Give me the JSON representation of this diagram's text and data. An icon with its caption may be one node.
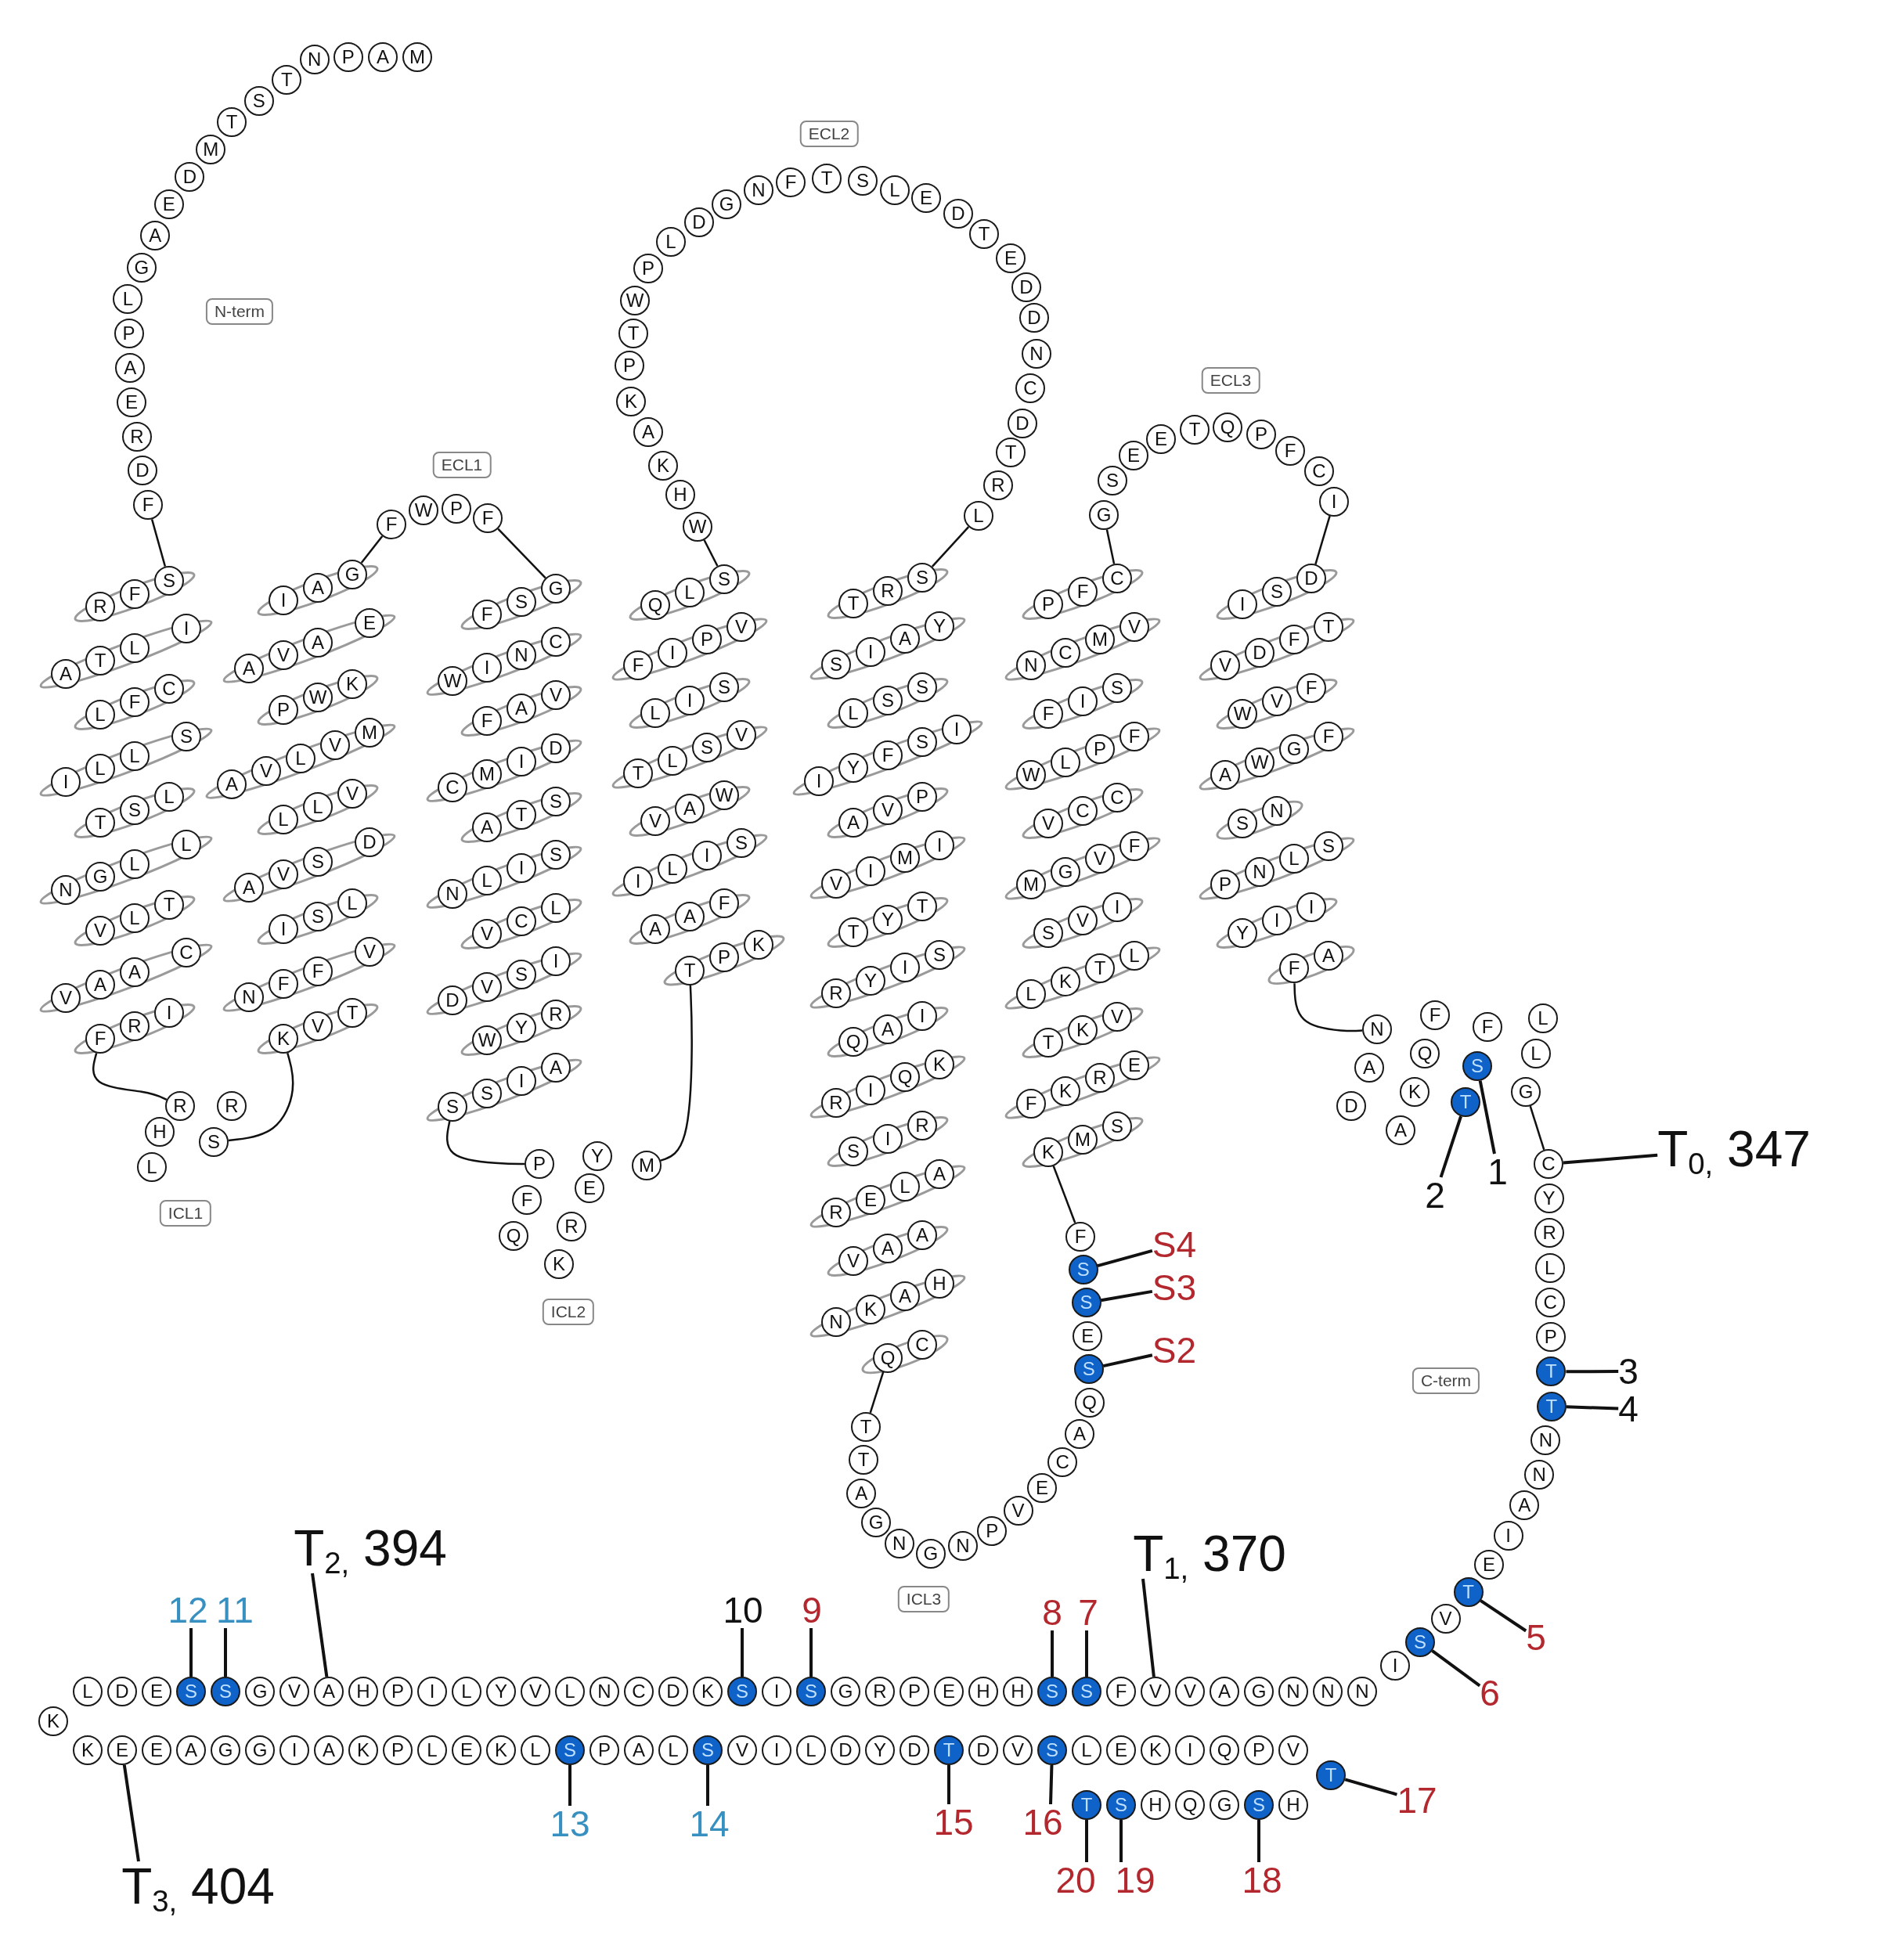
{
  "diagram": {
    "nodes": [
      {
        "text": [
          "M"
        ]
      },
      {
        "text": [
          "A"
        ]
      },
      {
        "text": [
          "P"
        ]
      },
      {
        "text": [
          "N"
        ]
      },
      {
        "text": [
          "T"
        ]
      },
      {
        "text": [
          "S"
        ]
      },
      {
        "text": [
          "T"
        ]
      },
      {
        "text": [
          "M"
        ]
      },
      {
        "text": [
          "D"
        ]
      },
      {
        "text": [
          "E"
        ]
      },
      {
        "text": [
          "A"
        ]
      },
      {
        "text": [
          "G"
        ]
      },
      {
        "text": [
          "L"
        ]
      },
      {
        "text": [
          "P"
        ]
      },
      {
        "text": [
          "A"
        ]
      },
      {
        "text": [
          "E"
        ]
      },
      {
        "text": [
          "R"
        ]
      },
      {
        "text": [
          "D"
        ]
      },
      {
        "text": [
          "F"
        ]
      },
      {
        "text": [
          "R"
        ]
      },
      {
        "text": [
          "F"
        ]
      },
      {
        "text": [
          "S"
        ]
      },
      {
        "text": [
          "A"
        ]
      },
      {
        "text": [
          "T"
        ]
      },
      {
        "text": [
          "L"
        ]
      },
      {
        "text": [
          "I"
        ]
      },
      {
        "text": [
          "L"
        ]
      },
      {
        "text": [
          "F"
        ]
      },
      {
        "text": [
          "C"
        ]
      },
      {
        "text": [
          "I"
        ]
      },
      {
        "text": [
          "L"
        ]
      },
      {
        "text": [
          "L"
        ]
      },
      {
        "text": [
          "S"
        ]
      },
      {
        "text": [
          "T"
        ]
      },
      {
        "text": [
          "S"
        ]
      },
      {
        "text": [
          "L"
        ]
      },
      {
        "text": [
          "N"
        ]
      },
      {
        "text": [
          "G"
        ]
      },
      {
        "text": [
          "L"
        ]
      },
      {
        "text": [
          "L"
        ]
      },
      {
        "text": [
          "V"
        ]
      },
      {
        "text": [
          "L"
        ]
      },
      {
        "text": [
          "T"
        ]
      },
      {
        "text": [
          "V"
        ]
      },
      {
        "text": [
          "A"
        ]
      },
      {
        "text": [
          "A"
        ]
      },
      {
        "text": [
          "C"
        ]
      },
      {
        "text": [
          "F"
        ]
      },
      {
        "text": [
          "R"
        ]
      },
      {
        "text": [
          "I"
        ]
      },
      {
        "text": [
          "R"
        ]
      },
      {
        "text": [
          "R"
        ]
      },
      {
        "text": [
          "H"
        ]
      },
      {
        "text": [
          "S"
        ]
      },
      {
        "text": [
          "L"
        ]
      },
      {
        "text": [
          "I"
        ]
      },
      {
        "text": [
          "A"
        ]
      },
      {
        "text": [
          "G"
        ]
      },
      {
        "text": [
          "A"
        ]
      },
      {
        "text": [
          "V"
        ]
      },
      {
        "text": [
          "A"
        ]
      },
      {
        "text": [
          "E"
        ]
      },
      {
        "text": [
          "P"
        ]
      },
      {
        "text": [
          "W"
        ]
      },
      {
        "text": [
          "K"
        ]
      },
      {
        "text": [
          "A"
        ]
      },
      {
        "text": [
          "V"
        ]
      },
      {
        "text": [
          "L"
        ]
      },
      {
        "text": [
          "V"
        ]
      },
      {
        "text": [
          "M"
        ]
      },
      {
        "text": [
          "L"
        ]
      },
      {
        "text": [
          "L"
        ]
      },
      {
        "text": [
          "V"
        ]
      },
      {
        "text": [
          "A"
        ]
      },
      {
        "text": [
          "V"
        ]
      },
      {
        "text": [
          "S"
        ]
      },
      {
        "text": [
          "D"
        ]
      },
      {
        "text": [
          "I"
        ]
      },
      {
        "text": [
          "S"
        ]
      },
      {
        "text": [
          "L"
        ]
      },
      {
        "text": [
          "N"
        ]
      },
      {
        "text": [
          "F"
        ]
      },
      {
        "text": [
          "F"
        ]
      },
      {
        "text": [
          "V"
        ]
      },
      {
        "text": [
          "K"
        ]
      },
      {
        "text": [
          "V"
        ]
      },
      {
        "text": [
          "T"
        ]
      },
      {
        "text": [
          "F"
        ]
      },
      {
        "text": [
          "W"
        ]
      },
      {
        "text": [
          "P"
        ]
      },
      {
        "text": [
          "F"
        ]
      },
      {
        "text": [
          "F"
        ]
      },
      {
        "text": [
          "S"
        ]
      },
      {
        "text": [
          "G"
        ]
      },
      {
        "text": [
          "W"
        ]
      },
      {
        "text": [
          "I"
        ]
      },
      {
        "text": [
          "N"
        ]
      },
      {
        "text": [
          "C"
        ]
      },
      {
        "text": [
          "F"
        ]
      },
      {
        "text": [
          "A"
        ]
      },
      {
        "text": [
          "V"
        ]
      },
      {
        "text": [
          "C"
        ]
      },
      {
        "text": [
          "M"
        ]
      },
      {
        "text": [
          "I"
        ]
      },
      {
        "text": [
          "D"
        ]
      },
      {
        "text": [
          "A"
        ]
      },
      {
        "text": [
          "T"
        ]
      },
      {
        "text": [
          "S"
        ]
      },
      {
        "text": [
          "N"
        ]
      },
      {
        "text": [
          "L"
        ]
      },
      {
        "text": [
          "I"
        ]
      },
      {
        "text": [
          "S"
        ]
      },
      {
        "text": [
          "V"
        ]
      },
      {
        "text": [
          "C"
        ]
      },
      {
        "text": [
          "L"
        ]
      },
      {
        "text": [
          "D"
        ]
      },
      {
        "text": [
          "V"
        ]
      },
      {
        "text": [
          "S"
        ]
      },
      {
        "text": [
          "I"
        ]
      },
      {
        "text": [
          "W"
        ]
      },
      {
        "text": [
          "Y"
        ]
      },
      {
        "text": [
          "R"
        ]
      },
      {
        "text": [
          "S"
        ]
      },
      {
        "text": [
          "S"
        ]
      },
      {
        "text": [
          "I"
        ]
      },
      {
        "text": [
          "A"
        ]
      },
      {
        "text": [
          "P"
        ]
      },
      {
        "text": [
          "Y"
        ]
      },
      {
        "text": [
          "M"
        ]
      },
      {
        "text": [
          "F"
        ]
      },
      {
        "text": [
          "E"
        ]
      },
      {
        "text": [
          "Q"
        ]
      },
      {
        "text": [
          "R"
        ]
      },
      {
        "text": [
          "K"
        ]
      },
      {
        "text": [
          "Q"
        ]
      },
      {
        "text": [
          "L"
        ]
      },
      {
        "text": [
          "S"
        ]
      },
      {
        "text": [
          "F"
        ]
      },
      {
        "text": [
          "I"
        ]
      },
      {
        "text": [
          "P"
        ]
      },
      {
        "text": [
          "V"
        ]
      },
      {
        "text": [
          "L"
        ]
      },
      {
        "text": [
          "I"
        ]
      },
      {
        "text": [
          "S"
        ]
      },
      {
        "text": [
          "T"
        ]
      },
      {
        "text": [
          "L"
        ]
      },
      {
        "text": [
          "S"
        ]
      },
      {
        "text": [
          "V"
        ]
      },
      {
        "text": [
          "V"
        ]
      },
      {
        "text": [
          "A"
        ]
      },
      {
        "text": [
          "W"
        ]
      },
      {
        "text": [
          "I"
        ]
      },
      {
        "text": [
          "L"
        ]
      },
      {
        "text": [
          "I"
        ]
      },
      {
        "text": [
          "S"
        ]
      },
      {
        "text": [
          "A"
        ]
      },
      {
        "text": [
          "A"
        ]
      },
      {
        "text": [
          "F"
        ]
      },
      {
        "text": [
          "T"
        ]
      },
      {
        "text": [
          "P"
        ]
      },
      {
        "text": [
          "K"
        ]
      },
      {
        "text": [
          "W"
        ]
      },
      {
        "text": [
          "H"
        ]
      },
      {
        "text": [
          "K"
        ]
      },
      {
        "text": [
          "A"
        ]
      },
      {
        "text": [
          "K"
        ]
      },
      {
        "text": [
          "P"
        ]
      },
      {
        "text": [
          "T"
        ]
      },
      {
        "text": [
          "W"
        ]
      },
      {
        "text": [
          "P"
        ]
      },
      {
        "text": [
          "L"
        ]
      },
      {
        "text": [
          "D"
        ]
      },
      {
        "text": [
          "G"
        ]
      },
      {
        "text": [
          "N"
        ]
      },
      {
        "text": [
          "F"
        ]
      },
      {
        "text": [
          "T"
        ]
      },
      {
        "text": [
          "S"
        ]
      },
      {
        "text": [
          "L"
        ]
      },
      {
        "text": [
          "E"
        ]
      },
      {
        "text": [
          "D"
        ]
      },
      {
        "text": [
          "T"
        ]
      },
      {
        "text": [
          "E"
        ]
      },
      {
        "text": [
          "D"
        ]
      },
      {
        "text": [
          "D"
        ]
      },
      {
        "text": [
          "N"
        ]
      },
      {
        "text": [
          "C"
        ]
      },
      {
        "text": [
          "D"
        ]
      },
      {
        "text": [
          "T"
        ]
      },
      {
        "text": [
          "R"
        ]
      },
      {
        "text": [
          "L"
        ]
      },
      {
        "text": [
          "T"
        ]
      },
      {
        "text": [
          "R"
        ]
      },
      {
        "text": [
          "S"
        ]
      },
      {
        "text": [
          "S"
        ]
      },
      {
        "text": [
          "I"
        ]
      },
      {
        "text": [
          "A"
        ]
      },
      {
        "text": [
          "Y"
        ]
      },
      {
        "text": [
          "L"
        ]
      },
      {
        "text": [
          "S"
        ]
      },
      {
        "text": [
          "S"
        ]
      },
      {
        "text": [
          "I"
        ]
      },
      {
        "text": [
          "Y"
        ]
      },
      {
        "text": [
          "F"
        ]
      },
      {
        "text": [
          "S"
        ]
      },
      {
        "text": [
          "I"
        ]
      },
      {
        "text": [
          "A"
        ]
      },
      {
        "text": [
          "V"
        ]
      },
      {
        "text": [
          "P"
        ]
      },
      {
        "text": [
          "V"
        ]
      },
      {
        "text": [
          "I"
        ]
      },
      {
        "text": [
          "M"
        ]
      },
      {
        "text": [
          "I"
        ]
      },
      {
        "text": [
          "T"
        ]
      },
      {
        "text": [
          "Y"
        ]
      },
      {
        "text": [
          "T"
        ]
      },
      {
        "text": [
          "R"
        ]
      },
      {
        "text": [
          "Y"
        ]
      },
      {
        "text": [
          "I"
        ]
      },
      {
        "text": [
          "S"
        ]
      },
      {
        "text": [
          "Q"
        ]
      },
      {
        "text": [
          "A"
        ]
      },
      {
        "text": [
          "I"
        ]
      },
      {
        "text": [
          "R"
        ]
      },
      {
        "text": [
          "I"
        ]
      },
      {
        "text": [
          "Q"
        ]
      },
      {
        "text": [
          "K"
        ]
      },
      {
        "text": [
          "S"
        ]
      },
      {
        "text": [
          "I"
        ]
      },
      {
        "text": [
          "R"
        ]
      },
      {
        "text": [
          "R"
        ]
      },
      {
        "text": [
          "E"
        ]
      },
      {
        "text": [
          "L"
        ]
      },
      {
        "text": [
          "A"
        ]
      },
      {
        "text": [
          "V"
        ]
      },
      {
        "text": [
          "A"
        ]
      },
      {
        "text": [
          "A"
        ]
      },
      {
        "text": [
          "N"
        ]
      },
      {
        "text": [
          "K"
        ]
      },
      {
        "text": [
          "A"
        ]
      },
      {
        "text": [
          "H"
        ]
      },
      {
        "text": [
          "Q"
        ]
      },
      {
        "text": [
          "C"
        ]
      },
      {
        "text": [
          "T"
        ]
      },
      {
        "text": [
          "T"
        ]
      },
      {
        "text": [
          "A"
        ]
      },
      {
        "text": [
          "G"
        ]
      },
      {
        "text": [
          "N"
        ]
      },
      {
        "text": [
          "G"
        ]
      },
      {
        "text": [
          "N"
        ]
      },
      {
        "text": [
          "P"
        ]
      },
      {
        "text": [
          "V"
        ]
      },
      {
        "text": [
          "E"
        ]
      },
      {
        "text": [
          "C"
        ]
      },
      {
        "text": [
          "A"
        ]
      },
      {
        "text": [
          "Q"
        ]
      },
      {
        "text": [
          "S"
        ]
      },
      {
        "text": [
          "E"
        ]
      },
      {
        "text": [
          "S"
        ]
      },
      {
        "text": [
          "S"
        ]
      },
      {
        "text": [
          "F"
        ]
      },
      {
        "text": [
          "P"
        ]
      },
      {
        "text": [
          "F"
        ]
      },
      {
        "text": [
          "C"
        ]
      },
      {
        "text": [
          "N"
        ]
      },
      {
        "text": [
          "C"
        ]
      },
      {
        "text": [
          "M"
        ]
      },
      {
        "text": [
          "V"
        ]
      },
      {
        "text": [
          "F"
        ]
      },
      {
        "text": [
          "I"
        ]
      },
      {
        "text": [
          "S"
        ]
      },
      {
        "text": [
          "W"
        ]
      },
      {
        "text": [
          "L"
        ]
      },
      {
        "text": [
          "P"
        ]
      },
      {
        "text": [
          "F"
        ]
      },
      {
        "text": [
          "V"
        ]
      },
      {
        "text": [
          "C"
        ]
      },
      {
        "text": [
          "C"
        ]
      },
      {
        "text": [
          "M"
        ]
      },
      {
        "text": [
          "G"
        ]
      },
      {
        "text": [
          "V"
        ]
      },
      {
        "text": [
          "F"
        ]
      },
      {
        "text": [
          "S"
        ]
      },
      {
        "text": [
          "V"
        ]
      },
      {
        "text": [
          "I"
        ]
      },
      {
        "text": [
          "L"
        ]
      },
      {
        "text": [
          "K"
        ]
      },
      {
        "text": [
          "T"
        ]
      },
      {
        "text": [
          "L"
        ]
      },
      {
        "text": [
          "T"
        ]
      },
      {
        "text": [
          "K"
        ]
      },
      {
        "text": [
          "V"
        ]
      },
      {
        "text": [
          "F"
        ]
      },
      {
        "text": [
          "K"
        ]
      },
      {
        "text": [
          "R"
        ]
      },
      {
        "text": [
          "E"
        ]
      },
      {
        "text": [
          "K"
        ]
      },
      {
        "text": [
          "M"
        ]
      },
      {
        "text": [
          "S"
        ]
      },
      {
        "text": [
          "G"
        ]
      },
      {
        "text": [
          "S"
        ]
      },
      {
        "text": [
          "E"
        ]
      },
      {
        "text": [
          "E"
        ]
      },
      {
        "text": [
          "T"
        ]
      },
      {
        "text": [
          "Q"
        ]
      },
      {
        "text": [
          "P"
        ]
      },
      {
        "text": [
          "F"
        ]
      },
      {
        "text": [
          "C"
        ]
      },
      {
        "text": [
          "I"
        ]
      },
      {
        "text": [
          "I"
        ]
      },
      {
        "text": [
          "S"
        ]
      },
      {
        "text": [
          "D"
        ]
      },
      {
        "text": [
          "V"
        ]
      },
      {
        "text": [
          "D"
        ]
      },
      {
        "text": [
          "F"
        ]
      },
      {
        "text": [
          "T"
        ]
      },
      {
        "text": [
          "W"
        ]
      },
      {
        "text": [
          "V"
        ]
      },
      {
        "text": [
          "F"
        ]
      },
      {
        "text": [
          "A"
        ]
      },
      {
        "text": [
          "W"
        ]
      },
      {
        "text": [
          "G"
        ]
      },
      {
        "text": [
          "F"
        ]
      },
      {
        "text": [
          "S"
        ]
      },
      {
        "text": [
          "N"
        ]
      },
      {
        "text": [
          "P"
        ]
      },
      {
        "text": [
          "N"
        ]
      },
      {
        "text": [
          "L"
        ]
      },
      {
        "text": [
          "S"
        ]
      },
      {
        "text": [
          "Y"
        ]
      },
      {
        "text": [
          "I"
        ]
      },
      {
        "text": [
          "I"
        ]
      },
      {
        "text": [
          "F"
        ]
      },
      {
        "text": [
          "A"
        ]
      },
      {
        "text": [
          "N"
        ]
      },
      {
        "text": [
          "F"
        ]
      },
      {
        "text": [
          "F"
        ]
      },
      {
        "text": [
          "L"
        ]
      },
      {
        "text": [
          "A"
        ]
      },
      {
        "text": [
          "Q"
        ]
      },
      {
        "text": [
          "S"
        ]
      },
      {
        "text": [
          "L"
        ]
      },
      {
        "text": [
          "D"
        ]
      },
      {
        "text": [
          "K"
        ]
      },
      {
        "text": [
          "T"
        ]
      },
      {
        "text": [
          "G"
        ]
      },
      {
        "text": [
          "A"
        ]
      },
      {
        "text": [
          "C"
        ]
      },
      {
        "text": [
          "Y"
        ]
      },
      {
        "text": [
          "R"
        ]
      },
      {
        "text": [
          "L"
        ]
      },
      {
        "text": [
          "C"
        ]
      },
      {
        "text": [
          "P"
        ]
      },
      {
        "text": [
          "T"
        ]
      },
      {
        "text": [
          "T"
        ]
      },
      {
        "text": [
          "N"
        ]
      },
      {
        "text": [
          "N"
        ]
      },
      {
        "text": [
          "A"
        ]
      },
      {
        "text": [
          "I"
        ]
      },
      {
        "text": [
          "E"
        ]
      },
      {
        "text": [
          "T"
        ]
      },
      {
        "text": [
          "V"
        ]
      },
      {
        "text": [
          "S"
        ]
      },
      {
        "text": [
          "I"
        ]
      },
      {
        "text": [
          "L"
        ]
      },
      {
        "text": [
          "D"
        ]
      },
      {
        "text": [
          "E"
        ]
      },
      {
        "text": [
          "S"
        ]
      },
      {
        "text": [
          "S"
        ]
      },
      {
        "text": [
          "G"
        ]
      },
      {
        "text": [
          "V"
        ]
      },
      {
        "text": [
          "A"
        ]
      },
      {
        "text": [
          "H"
        ]
      },
      {
        "text": [
          "P"
        ]
      },
      {
        "text": [
          "I"
        ]
      },
      {
        "text": [
          "L"
        ]
      },
      {
        "text": [
          "Y"
        ]
      },
      {
        "text": [
          "V"
        ]
      },
      {
        "text": [
          "L"
        ]
      },
      {
        "text": [
          "N"
        ]
      },
      {
        "text": [
          "C"
        ]
      },
      {
        "text": [
          "D"
        ]
      },
      {
        "text": [
          "K"
        ]
      },
      {
        "text": [
          "S"
        ]
      },
      {
        "text": [
          "I"
        ]
      },
      {
        "text": [
          "S"
        ]
      },
      {
        "text": [
          "G"
        ]
      },
      {
        "text": [
          "R"
        ]
      },
      {
        "text": [
          "P"
        ]
      },
      {
        "text": [
          "E"
        ]
      },
      {
        "text": [
          "H"
        ]
      },
      {
        "text": [
          "H"
        ]
      },
      {
        "text": [
          "S"
        ]
      },
      {
        "text": [
          "S"
        ]
      },
      {
        "text": [
          "F"
        ]
      },
      {
        "text": [
          "V"
        ]
      },
      {
        "text": [
          "V"
        ]
      },
      {
        "text": [
          "A"
        ]
      },
      {
        "text": [
          "G"
        ]
      },
      {
        "text": [
          "N"
        ]
      },
      {
        "text": [
          "N"
        ]
      },
      {
        "text": [
          "N"
        ]
      },
      {
        "text": [
          "K"
        ]
      },
      {
        "text": [
          "K"
        ]
      },
      {
        "text": [
          "E"
        ]
      },
      {
        "text": [
          "E"
        ]
      },
      {
        "text": [
          "A"
        ]
      },
      {
        "text": [
          "G"
        ]
      },
      {
        "text": [
          "G"
        ]
      },
      {
        "text": [
          "I"
        ]
      },
      {
        "text": [
          "A"
        ]
      },
      {
        "text": [
          "K"
        ]
      },
      {
        "text": [
          "P"
        ]
      },
      {
        "text": [
          "L"
        ]
      },
      {
        "text": [
          "E"
        ]
      },
      {
        "text": [
          "K"
        ]
      },
      {
        "text": [
          "L"
        ]
      },
      {
        "text": [
          "S"
        ]
      },
      {
        "text": [
          "P"
        ]
      },
      {
        "text": [
          "A"
        ]
      },
      {
        "text": [
          "L"
        ]
      },
      {
        "text": [
          "S"
        ]
      },
      {
        "text": [
          "V"
        ]
      },
      {
        "text": [
          "I"
        ]
      },
      {
        "text": [
          "L"
        ]
      },
      {
        "text": [
          "D"
        ]
      },
      {
        "text": [
          "Y"
        ]
      },
      {
        "text": [
          "D"
        ]
      },
      {
        "text": [
          "T"
        ]
      },
      {
        "text": [
          "D"
        ]
      },
      {
        "text": [
          "V"
        ]
      },
      {
        "text": [
          "S"
        ]
      },
      {
        "text": [
          "L"
        ]
      },
      {
        "text": [
          "E"
        ]
      },
      {
        "text": [
          "K"
        ]
      },
      {
        "text": [
          "I"
        ]
      },
      {
        "text": [
          "Q"
        ]
      },
      {
        "text": [
          "P"
        ]
      },
      {
        "text": [
          "V"
        ]
      },
      {
        "text": [
          "T"
        ]
      },
      {
        "text": [
          "T"
        ]
      },
      {
        "text": [
          "S"
        ]
      },
      {
        "text": [
          "H"
        ]
      },
      {
        "text": [
          "Q"
        ]
      },
      {
        "text": [
          "G"
        ]
      },
      {
        "text": [
          "S"
        ]
      },
      {
        "text": [
          "H"
        ]
      },
      {
        "text": [
          "N-term"
        ]
      },
      {
        "text": [
          "ECL1"
        ]
      },
      {
        "text": [
          "ECL2"
        ]
      },
      {
        "text": [
          "ECL3"
        ]
      },
      {
        "text": [
          "ICL1"
        ]
      },
      {
        "text": [
          "ICL2"
        ]
      },
      {
        "text": [
          "ICL3"
        ]
      },
      {
        "text": [
          "C-term"
        ]
      },
      {
        "text": [
          "S4"
        ]
      },
      {
        "text": [
          "S3"
        ]
      },
      {
        "text": [
          "S2"
        ]
      },
      {
        "text": [
          "1"
        ]
      },
      {
        "text": [
          "2"
        ]
      },
      {
        "text": [
          "T$_{0,}$ 347"
        ]
      },
      {
        "text": [
          "3"
        ]
      },
      {
        "text": [
          "4"
        ]
      },
      {
        "text": [
          "5"
        ]
      },
      {
        "text": [
          "6"
        ]
      },
      {
        "text": [
          "7"
        ]
      },
      {
        "text": [
          "8"
        ]
      },
      {
        "text": [
          "T$_{1,}$ 370"
        ]
      },
      {
        "text": [
          "9"
        ]
      },
      {
        "text": [
          "10"
        ]
      },
      {
        "text": [
          "11"
        ]
      },
      {
        "text": [
          "12"
        ]
      },
      {
        "text": [
          "T$_{2,}$ 394"
        ]
      },
      {
        "text": [
          "13"
        ]
      },
      {
        "text": [
          "14"
        ]
      },
      {
        "text": [
          "15"
        ]
      },
      {
        "text": [
          "16"
        ]
      },
      {
        "text": [
          "17"
        ]
      },
      {
        "text": [
          "18"
        ]
      },
      {
        "text": [
          "19"
        ]
      },
      {
        "text": [
          "20"
        ]
      },
      {
        "text": [
          "T$_{3,}$ 404"
        ]
      }
    ],
    "edges": [
      {
        "from": 18,
        "to": 21,
        "arrow": "none"
      },
      {
        "from": 47,
        "to": 50,
        "arrow": "none"
      },
      {
        "from": 53,
        "to": 84,
        "arrow": "none"
      },
      {
        "from": 57,
        "to": 87,
        "arrow": "none"
      },
      {
        "from": 90,
        "to": 93,
        "arrow": "none"
      },
      {
        "from": 122,
        "to": 126,
        "arrow": "none"
      },
      {
        "from": 128,
        "to": 158,
        "arrow": "none"
      },
      {
        "from": 136,
        "to": 161,
        "arrow": "none"
      },
      {
        "from": 189,
        "to": 192,
        "arrow": "none"
      },
      {
        "from": 240,
        "to": 242,
        "arrow": "none"
      },
      {
        "from": 259,
        "to": 295,
        "arrow": "none"
      },
      {
        "from": 262,
        "to": 298,
        "arrow": "none"
      },
      {
        "from": 307,
        "to": 310,
        "arrow": "none"
      },
      {
        "from": 331,
        "to": 333,
        "arrow": "none"
      },
      {
        "from": 344,
        "to": 346,
        "arrow": "none"
      },
      {
        "from": 454,
        "to": 258,
        "arrow": "none"
      },
      {
        "from": 455,
        "to": 257,
        "arrow": "none"
      },
      {
        "from": 456,
        "to": 255,
        "arrow": "none"
      },
      {
        "from": 457,
        "to": 339,
        "arrow": "none"
      },
      {
        "from": 458,
        "to": 343,
        "arrow": "none"
      },
      {
        "from": 459,
        "to": 346,
        "arrow": "none"
      },
      {
        "from": 460,
        "to": 352,
        "arrow": "none"
      },
      {
        "from": 461,
        "to": 353,
        "arrow": "none"
      },
      {
        "from": 462,
        "to": 359,
        "arrow": "none"
      },
      {
        "from": 463,
        "to": 361,
        "arrow": "none"
      },
      {
        "from": 464,
        "to": 392,
        "arrow": "none"
      },
      {
        "from": 465,
        "to": 391,
        "arrow": "none"
      },
      {
        "from": 466,
        "to": 394,
        "arrow": "none"
      },
      {
        "from": 467,
        "to": 384,
        "arrow": "none"
      },
      {
        "from": 468,
        "to": 382,
        "arrow": "none"
      },
      {
        "from": 469,
        "to": 367,
        "arrow": "none"
      },
      {
        "from": 470,
        "to": 366,
        "arrow": "none"
      },
      {
        "from": 471,
        "to": 370,
        "arrow": "none"
      },
      {
        "from": 472,
        "to": 416,
        "arrow": "none"
      },
      {
        "from": 473,
        "to": 420,
        "arrow": "none"
      },
      {
        "from": 474,
        "to": 427,
        "arrow": "none"
      },
      {
        "from": 475,
        "to": 430,
        "arrow": "none"
      },
      {
        "from": 476,
        "to": 438,
        "arrow": "none"
      },
      {
        "from": 477,
        "to": 444,
        "arrow": "none"
      },
      {
        "from": 478,
        "to": 440,
        "arrow": "none"
      },
      {
        "from": 479,
        "to": 439,
        "arrow": "none"
      },
      {
        "from": 480,
        "to": 403,
        "arrow": "none"
      }
    ]
  }
}
